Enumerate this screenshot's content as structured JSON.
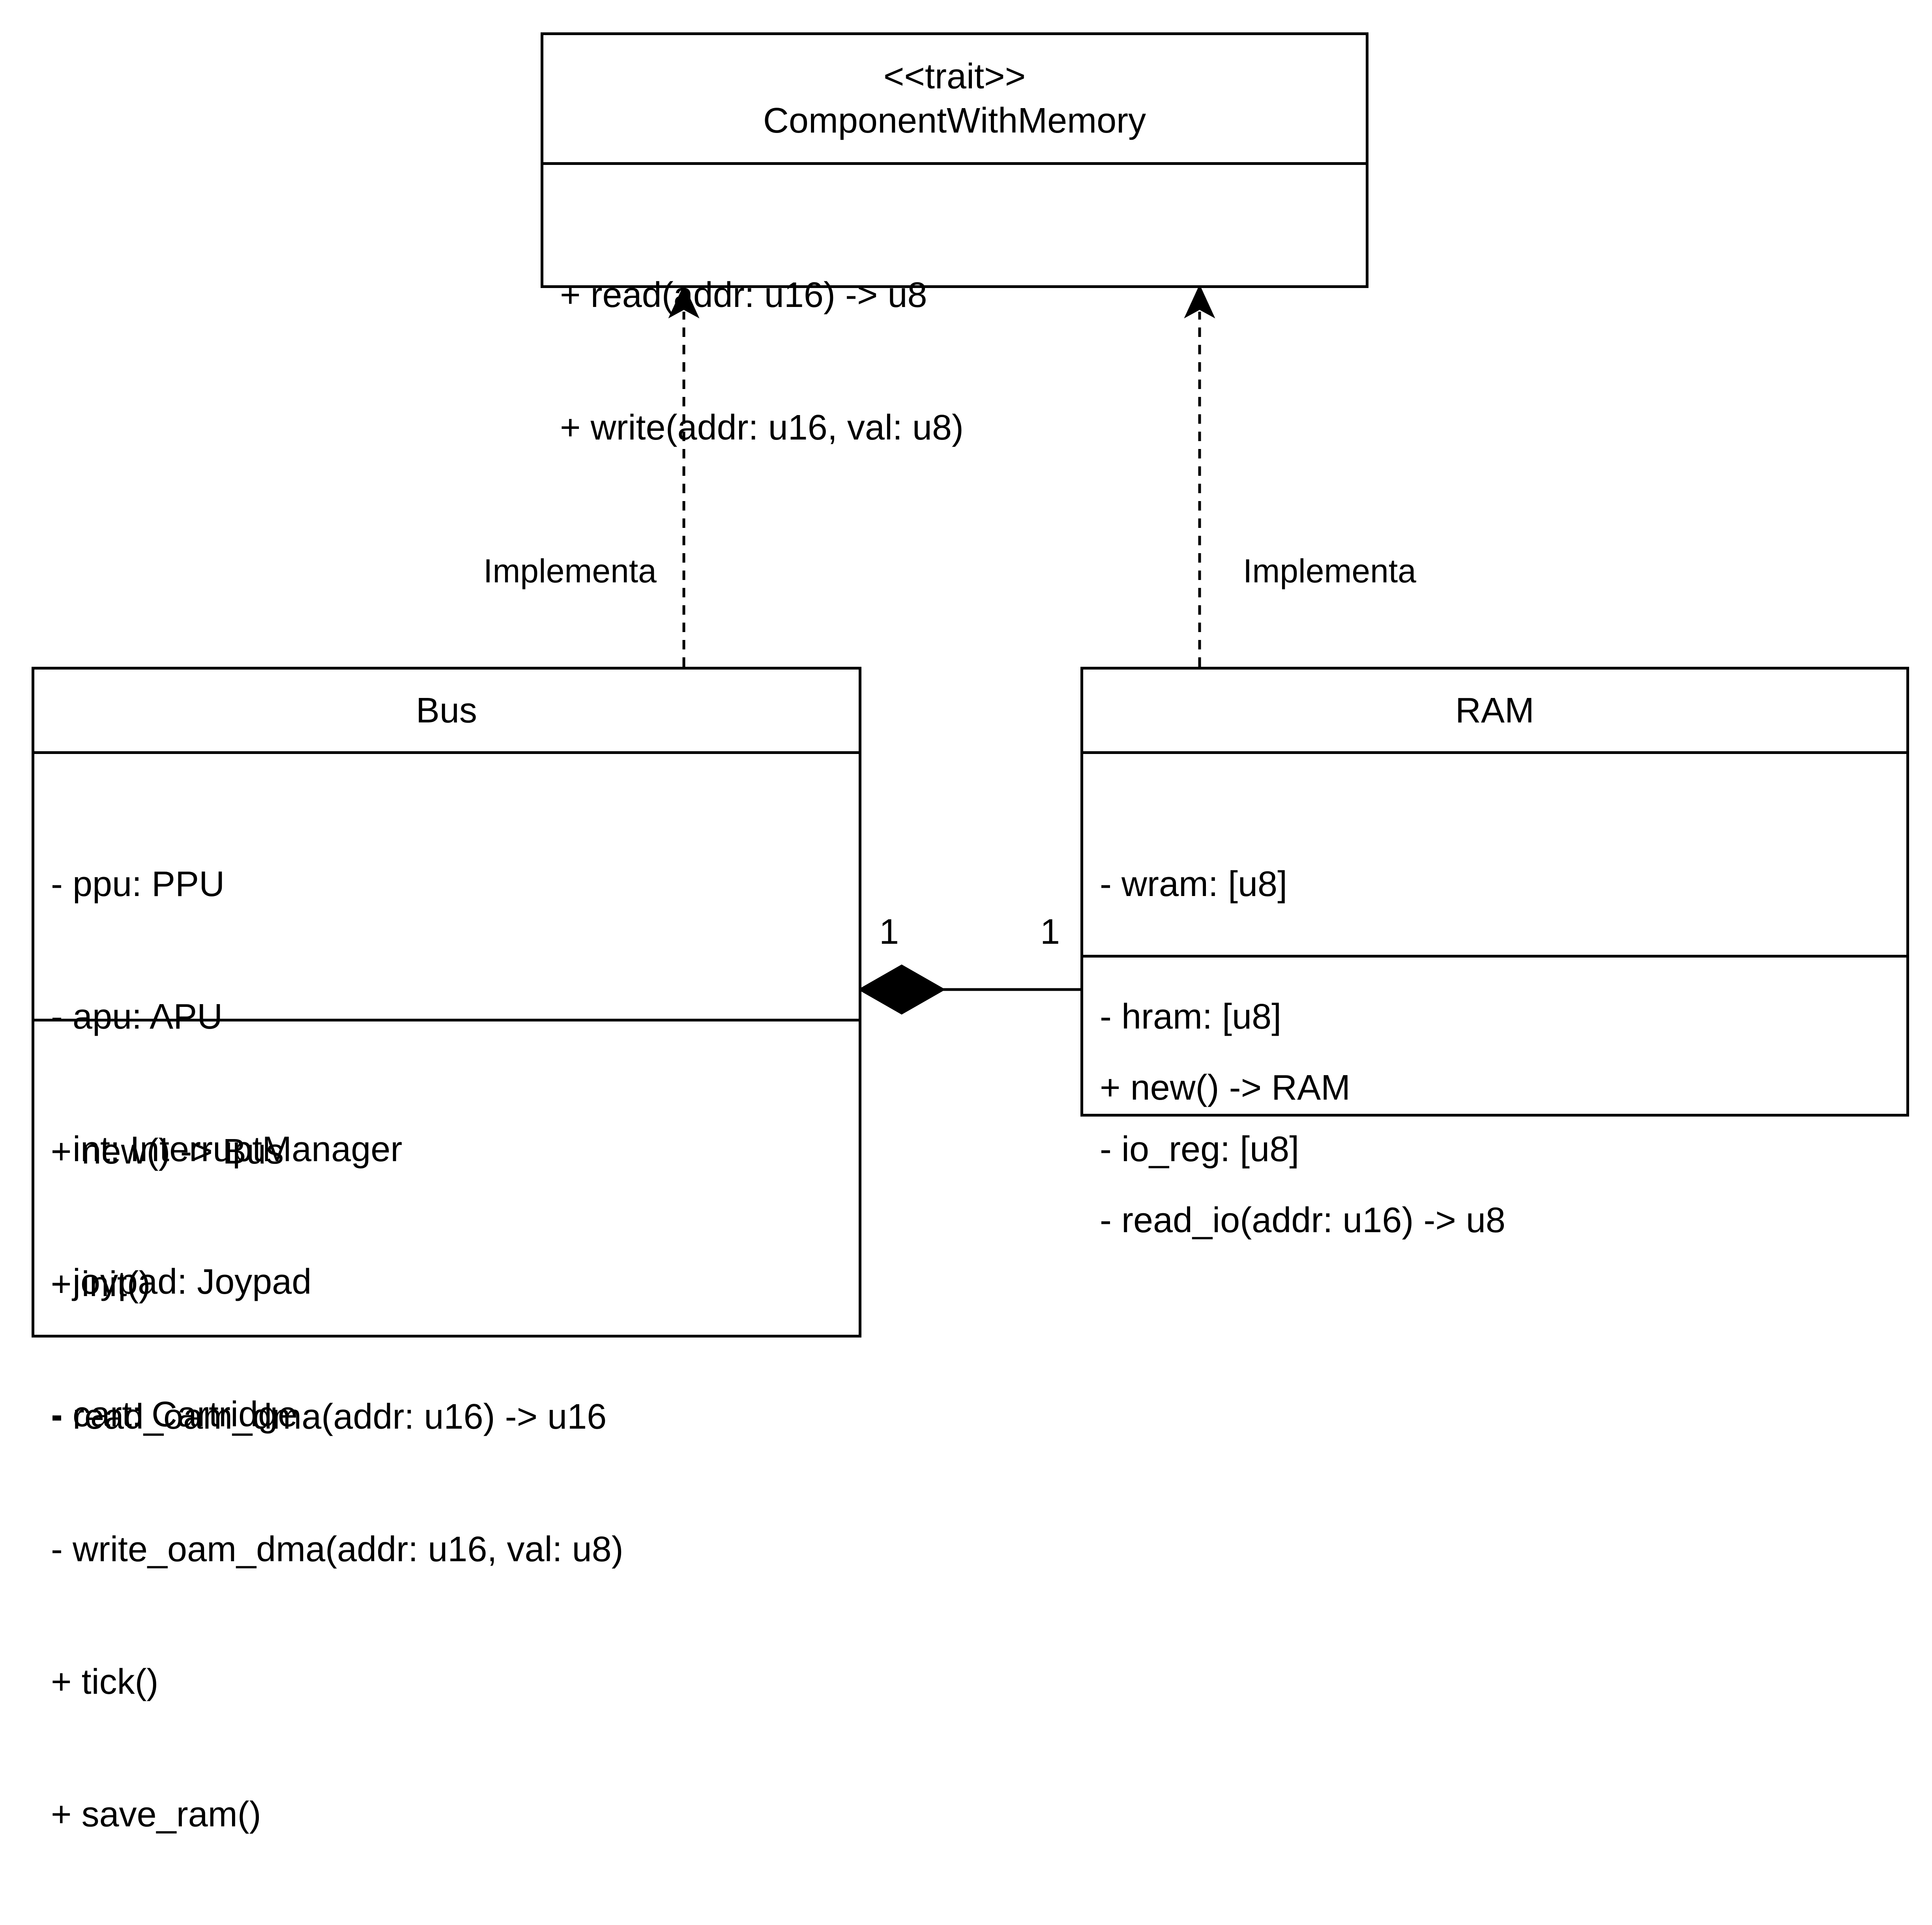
{
  "trait_box": {
    "stereotype": "<<trait>>",
    "name": "ComponentWithMemory",
    "methods": [
      "+ read(addr: u16) -> u8",
      "+ write(addr: u16, val: u8)"
    ]
  },
  "bus_box": {
    "name": "Bus",
    "fields": [
      "- ppu: PPU",
      "- apu: APU",
      "- int: InterruptManager",
      "- joypad: Joypad",
      "- cart: Cartridge"
    ],
    "methods": [
      "+ new() -> Bus",
      "+ init()",
      "- read_oam_dma(addr: u16) -> u16",
      "- write_oam_dma(addr: u16, val: u8)",
      "+ tick()",
      "+ save_ram()"
    ]
  },
  "ram_box": {
    "name": "RAM",
    "fields": [
      "- wram: [u8]",
      "- hram: [u8]",
      "- io_reg: [u8]"
    ],
    "methods": [
      "+ new() -> RAM",
      "- read_io(addr: u16) -> u8"
    ]
  },
  "relations": {
    "bus_implements_label": "Implementa",
    "ram_implements_label": "Implementa",
    "composition_bus_multiplicity": "1",
    "composition_ram_multiplicity": "1"
  }
}
